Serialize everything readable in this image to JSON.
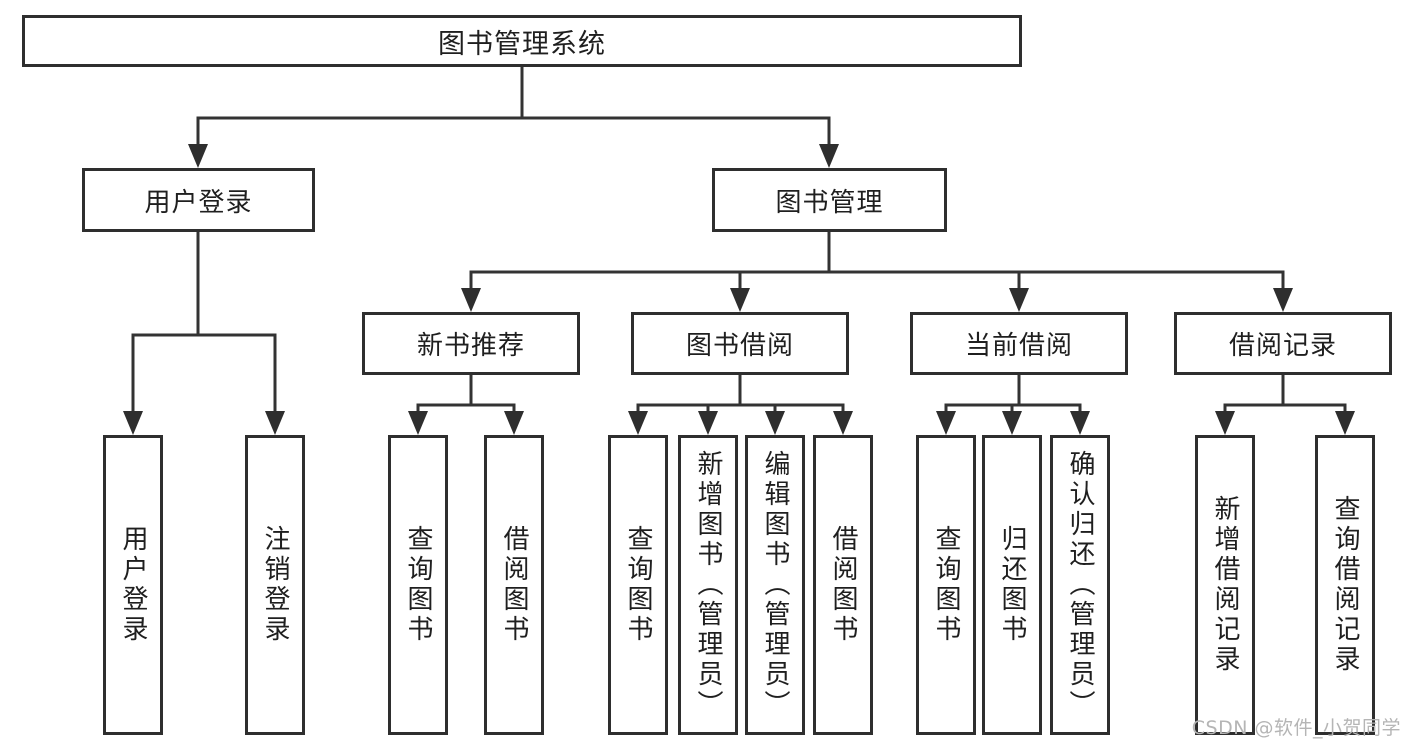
{
  "diagram_type": "hierarchy-tree",
  "colors": {
    "background": "#ffffff",
    "box_border": "#2e2e2e",
    "line": "#333333",
    "text": "#1f1f1f",
    "watermark": "#b5b5b5"
  },
  "tree": {
    "root": {
      "label": "图书管理系统"
    },
    "children": [
      {
        "label": "用户登录",
        "children": [
          {
            "label": "用户登录"
          },
          {
            "label": "注销登录"
          }
        ]
      },
      {
        "label": "图书管理",
        "children": [
          {
            "label": "新书推荐",
            "children": [
              {
                "label": "查询图书"
              },
              {
                "label": "借阅图书"
              }
            ]
          },
          {
            "label": "图书借阅",
            "children": [
              {
                "label": "查询图书"
              },
              {
                "label": "新增图书（管理员）"
              },
              {
                "label": "编辑图书（管理员）"
              },
              {
                "label": "借阅图书"
              }
            ]
          },
          {
            "label": "当前借阅",
            "children": [
              {
                "label": "查询图书"
              },
              {
                "label": "归还图书"
              },
              {
                "label": "确认归还（管理员）"
              }
            ]
          },
          {
            "label": "借阅记录",
            "children": [
              {
                "label": "新增借阅记录"
              },
              {
                "label": "查询借阅记录"
              }
            ]
          }
        ]
      }
    ]
  },
  "watermark": {
    "text": "CSDN @软件_小贺同学"
  }
}
